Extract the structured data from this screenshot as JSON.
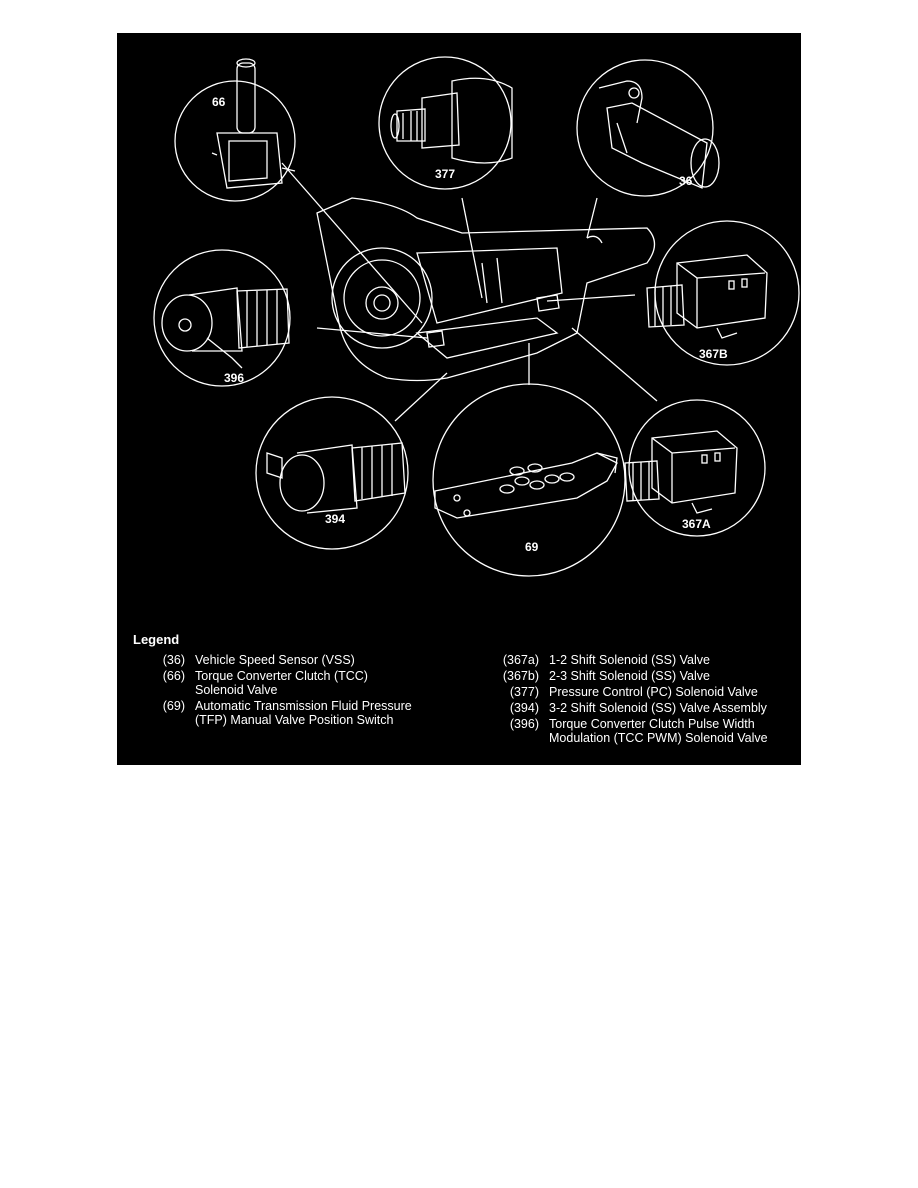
{
  "legend": {
    "title": "Legend",
    "left": [
      {
        "code": "(36)",
        "desc": "Vehicle Speed Sensor (VSS)"
      },
      {
        "code": "(66)",
        "desc": "Torque Converter Clutch (TCC) Solenoid Valve"
      },
      {
        "code": "(69)",
        "desc": "Automatic Transmission Fluid Pressure (TFP) Manual Valve Position Switch"
      }
    ],
    "right": [
      {
        "code": "(367a)",
        "desc": "1-2 Shift Solenoid (SS) Valve"
      },
      {
        "code": "(367b)",
        "desc": "2-3 Shift Solenoid (SS) Valve"
      },
      {
        "code": "(377)",
        "desc": "Pressure Control (PC) Solenoid Valve"
      },
      {
        "code": "(394)",
        "desc": "3-2 Shift Solenoid (SS) Valve Assembly"
      },
      {
        "code": "(396)",
        "desc": "Torque Converter Clutch Pulse Width Modulation (TCC PWM) Solenoid Valve"
      }
    ]
  },
  "callouts": {
    "c66": "66",
    "c377": "377",
    "c36": "36",
    "c396": "396",
    "c367b": "367B",
    "c394": "394",
    "c69": "69",
    "c367a": "367A"
  }
}
